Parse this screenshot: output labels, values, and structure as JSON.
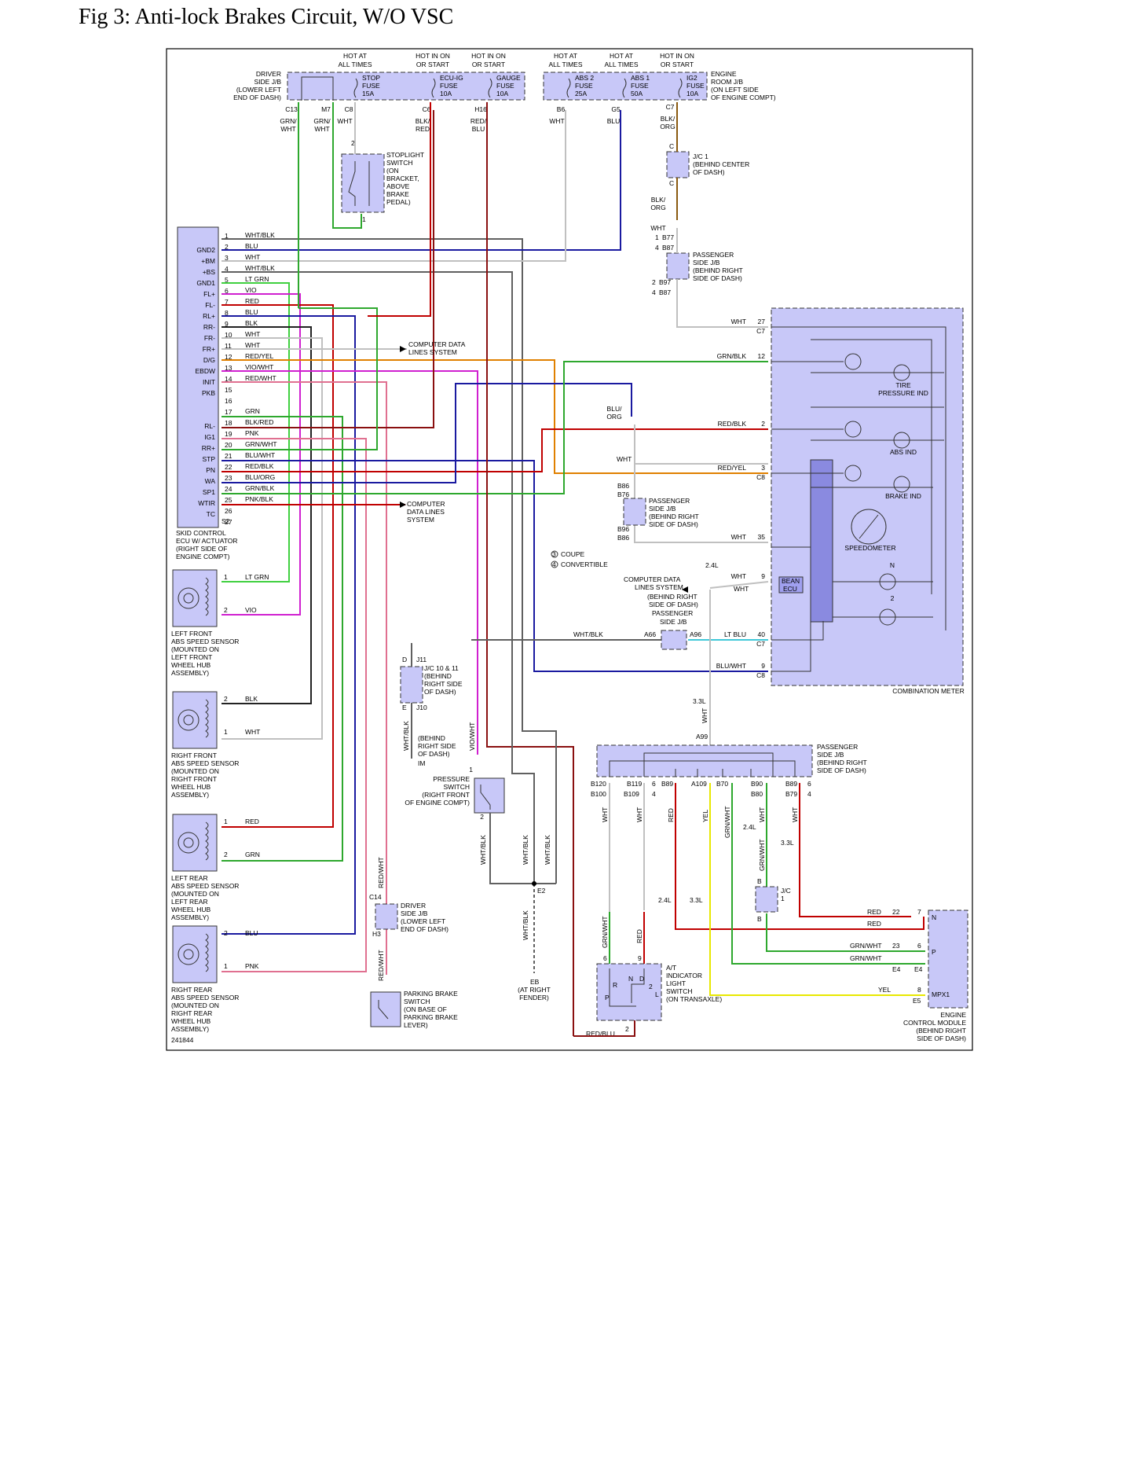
{
  "title": "Fig 3: Anti-lock Brakes Circuit, W/O VSC",
  "colors": {
    "green": "#2ea82e",
    "violet": "#d020d0",
    "red": "#c00000",
    "blue": "#1a1aa0",
    "black": "#222222",
    "white": "#c0c0c0",
    "pink": "#e07090",
    "orange": "#e08000",
    "gray": "#606060",
    "brown": "#8a5a10",
    "yellow": "#e8e800",
    "ltblue": "#40c8d8",
    "ltgreen": "#40d040",
    "box": "#c8c8f8"
  },
  "top_labels": {
    "h1": "HOT AT",
    "h1b": "ALL TIMES",
    "h2": "HOT IN ON",
    "h2b": "OR START",
    "h3": "HOT IN ON",
    "h3b": "OR START",
    "h4": "HOT AT",
    "h4b": "ALL TIMES",
    "h5": "HOT AT",
    "h5b": "ALL TIMES",
    "h6": "HOT IN ON",
    "h6b": "OR START"
  },
  "driver_jb": [
    "DRIVER",
    "SIDE J/B",
    "(LOWER LEFT",
    "END OF DASH)"
  ],
  "engine_jb": [
    "ENGINE",
    "ROOM J/B",
    "(ON LEFT SIDE",
    "OF ENGINE COMPT)"
  ],
  "fuses": [
    {
      "n": "STOP",
      "t": "FUSE",
      "a": "15A"
    },
    {
      "n": "ECU-IG",
      "t": "FUSE",
      "a": "10A"
    },
    {
      "n": "GAUGE",
      "t": "FUSE",
      "a": "10A"
    },
    {
      "n": "ABS 2",
      "t": "FUSE",
      "a": "25A"
    },
    {
      "n": "ABS 1",
      "t": "FUSE",
      "a": "50A"
    },
    {
      "n": "IG2",
      "t": "FUSE",
      "a": "10A"
    }
  ],
  "conn": {
    "c13": "C13",
    "m7": "M7",
    "c8": "C8",
    "c6": "C6",
    "h16": "H16",
    "b6": "B6",
    "g5": "G5",
    "c7": "C7"
  },
  "wires_top": {
    "w1": "GRN/",
    "w1b": "WHT",
    "w2": "GRN/",
    "w2b": "WHT",
    "w3": "WHT",
    "w4": "BLK/",
    "w4b": "RED",
    "w5": "RED/",
    "w5b": "BLU",
    "w6": "WHT",
    "w7": "BLU",
    "w8": "BLK/",
    "w8b": "ORG"
  },
  "stoplight": [
    "STOPLIGHT",
    "SWITCH",
    "(ON",
    "BRACKET,",
    "ABOVE",
    "BRAKE",
    "PEDAL)"
  ],
  "jc1": [
    "J/C 1",
    "(BEHIND CENTER",
    "OF DASH)"
  ],
  "psjb1": [
    "PASSENGER",
    "SIDE J/B",
    "(BEHIND RIGHT",
    "SIDE OF DASH)"
  ],
  "b_labels": {
    "b77": "B77",
    "b87": "B87",
    "b97": "B97",
    "b87b": "B87",
    "n1": "1",
    "n4": "4",
    "n2": "2",
    "n4b": "4",
    "c": "C",
    "c2": "C",
    "wht": "WHT",
    "blkorg1": "BLK/",
    "blkorg2": "ORG"
  },
  "ecu_pins": [
    {
      "n": "1",
      "p": "",
      "w": "WHT/BLK"
    },
    {
      "n": "2",
      "p": "GND2",
      "w": "BLU"
    },
    {
      "n": "3",
      "p": "+BM",
      "w": "WHT"
    },
    {
      "n": "4",
      "p": "+BS",
      "w": "WHT/BLK"
    },
    {
      "n": "5",
      "p": "GND1",
      "w": "LT GRN"
    },
    {
      "n": "6",
      "p": "FL+",
      "w": "VIO"
    },
    {
      "n": "7",
      "p": "FL-",
      "w": "RED"
    },
    {
      "n": "8",
      "p": "RL+",
      "w": "BLU"
    },
    {
      "n": "9",
      "p": "RR-",
      "w": "BLK"
    },
    {
      "n": "10",
      "p": "FR-",
      "w": "WHT"
    },
    {
      "n": "11",
      "p": "FR+",
      "w": "WHT"
    },
    {
      "n": "12",
      "p": "D/G",
      "w": "RED/YEL"
    },
    {
      "n": "13",
      "p": "EBDW",
      "w": "VIO/WHT"
    },
    {
      "n": "14",
      "p": "INIT",
      "w": "RED/WHT"
    },
    {
      "n": "15",
      "p": "PKB",
      "w": ""
    },
    {
      "n": "16",
      "p": "",
      "w": ""
    },
    {
      "n": "17",
      "p": "",
      "w": "GRN"
    },
    {
      "n": "18",
      "p": "RL-",
      "w": "BLK/RED"
    },
    {
      "n": "19",
      "p": "IG1",
      "w": "PNK"
    },
    {
      "n": "20",
      "p": "RR+",
      "w": "GRN/WHT"
    },
    {
      "n": "21",
      "p": "STP",
      "w": "BLU/WHT"
    },
    {
      "n": "22",
      "p": "PN",
      "w": "RED/BLK"
    },
    {
      "n": "23",
      "p": "WA",
      "w": "BLU/ORG"
    },
    {
      "n": "24",
      "p": "SP1",
      "w": "GRN/BLK"
    },
    {
      "n": "25",
      "p": "WTIR",
      "w": "PNK/BLK"
    },
    {
      "n": "26",
      "p": "TC",
      "w": ""
    },
    {
      "n": "27",
      "p": "",
      "w": ""
    }
  ],
  "ecu_s2": "S2",
  "ecu_name": [
    "SKID CONTROL",
    "ECU W/ ACTUATOR",
    "(RIGHT SIDE OF",
    "ENGINE COMPT)"
  ],
  "cdl1": [
    "COMPUTER DATA",
    "LINES SYSTEM"
  ],
  "cdl2": [
    "COMPUTER",
    "DATA LINES",
    "SYSTEM"
  ],
  "sensors": [
    {
      "p1": "1",
      "w1": "LT GRN",
      "p2": "2",
      "w2": "VIO",
      "name": [
        "LEFT FRONT",
        "ABS SPEED SENSOR",
        "(MOUNTED ON",
        "LEFT FRONT",
        "WHEEL HUB",
        "ASSEMBLY)"
      ]
    },
    {
      "p1": "2",
      "w1": "BLK",
      "p2": "1",
      "w2": "WHT",
      "name": [
        "RIGHT FRONT",
        "ABS SPEED SENSOR",
        "(MOUNTED ON",
        "RIGHT FRONT",
        "WHEEL HUB",
        "ASSEMBLY)"
      ]
    },
    {
      "p1": "1",
      "w1": "RED",
      "p2": "2",
      "w2": "GRN",
      "name": [
        "LEFT REAR",
        "ABS SPEED SENSOR",
        "(MOUNTED ON",
        "LEFT REAR",
        "WHEEL HUB",
        "ASSEMBLY)"
      ]
    },
    {
      "p1": "2",
      "w1": "BLU",
      "p2": "1",
      "w2": "PNK",
      "name": [
        "RIGHT REAR",
        "ABS SPEED SENSOR",
        "(MOUNTED ON",
        "RIGHT REAR",
        "WHEEL HUB",
        "ASSEMBLY)"
      ]
    }
  ],
  "ref_no": "241844",
  "meter": {
    "pins": [
      {
        "w": "WHT",
        "n": "27",
        "c": "C7"
      },
      {
        "w": "GRN/BLK",
        "n": "12",
        "c": ""
      },
      {
        "w": "RED/BLK",
        "n": "2",
        "c": ""
      },
      {
        "w": "RED/YEL",
        "n": "3",
        "c": "C8"
      },
      {
        "w": "WHT",
        "n": "35",
        "c": ""
      },
      {
        "w": "WHT",
        "n": "9",
        "c": ""
      },
      {
        "w": "LT BLU",
        "n": "40",
        "c": "C7"
      },
      {
        "w": "BLU/WHT",
        "n": "9",
        "c": "C8"
      }
    ],
    "tire": [
      "TIRE",
      "PRESSURE IND"
    ],
    "abs": "ABS IND",
    "brake": "BRAKE IND",
    "speed": "SPEEDOMETER",
    "bean": [
      "BEAN",
      "ECU"
    ],
    "n": "N",
    "two": "2",
    "name": "COMBINATION METER"
  },
  "mid": {
    "bluorg": [
      "BLU/",
      "ORG"
    ],
    "wht": "WHT",
    "b86": "B86",
    "b76": "B76",
    "b96": "B96",
    "b86b": "B86",
    "psjb2": [
      "PASSENGER",
      "SIDE J/B",
      "(BEHIND RIGHT",
      "SIDE OF DASH)"
    ],
    "coupe": "COUPE",
    "conv": "CONVERTIBLE",
    "c3": "3",
    "c4": "4",
    "v24": "2.4L",
    "cdl": [
      "COMPUTER DATA",
      "LINES SYSTEM",
      "(BEHIND RIGHT",
      "SIDE OF DASH)",
      "PASSENGER",
      "SIDE J/B"
    ],
    "wht2": "WHT",
    "whtblk": "WHT/BLK",
    "a66": "A66",
    "a96": "A96",
    "n1": "1",
    "n4": "4",
    "n6": "6"
  },
  "jc10": {
    "d": "D",
    "j11": "J11",
    "name": [
      "J/C 10 & 11",
      "(BEHIND",
      "RIGHT SIDE",
      "OF DASH)"
    ],
    "e": "E",
    "j10": "J10",
    "whtblk": "WHT/BLK",
    "viowht": "VIO/WHT",
    "behind": [
      "(BEHIND",
      "RIGHT SIDE",
      "OF DASH)"
    ],
    "im": "IM"
  },
  "pressure": {
    "name": [
      "PRESSURE",
      "SWITCH",
      "(RIGHT FRONT",
      "OF ENGINE COMPT)"
    ],
    "p1": "1",
    "p2": "2"
  },
  "ground": {
    "w1": "WHT/BLK",
    "w2": "WHT/BLK",
    "w3": "WHT/BLK",
    "e2": "E2",
    "w4": "WHT/BLK",
    "eb": "EB",
    "loc": [
      "(AT RIGHT",
      "FENDER)"
    ]
  },
  "driver2": {
    "c14": "C14",
    "h3": "H3",
    "name": [
      "DRIVER",
      "SIDE J/B",
      "(LOWER LEFT",
      "END OF DASH)"
    ],
    "rw1": "RED/WHT",
    "rw2": "RED/WHT"
  },
  "parking": [
    "PARKING BRAKE",
    "SWITCH",
    "(ON BASE OF",
    "PARKING BRAKE",
    "LEVER)"
  ],
  "lower": {
    "v33a": "3.3L",
    "wht": "WHT",
    "a99": "A99",
    "psjb3": [
      "PASSENGER",
      "SIDE J/B",
      "(BEHIND RIGHT",
      "SIDE OF DASH)"
    ],
    "conns": [
      "B120",
      "B119",
      "B89",
      "A109",
      "B70",
      "B90",
      "B89"
    ],
    "conns2": [
      "B100",
      "B109",
      "B80",
      "B79"
    ],
    "n4": "4",
    "n6": "6",
    "n4b": "4",
    "n6b": "6",
    "vw": [
      "WHT",
      "WHT",
      "RED",
      "YEL",
      "GRN/WHT",
      "WHT",
      "WHT"
    ],
    "v24": "2.4L",
    "v33": "3.3L",
    "grnwht": "GRN/WHT",
    "b": "B",
    "jc": "J/C",
    "one": "1",
    "b2": "B",
    "v24b": "2.4L",
    "v33b": "3.3L",
    "gw2": "GRN/WHT",
    "red": "RED",
    "p6": "6",
    "p9": "9",
    "at": [
      "A/T",
      "INDICATOR",
      "LIGHT",
      "SWITCH",
      "(ON TRANSAXLE)"
    ],
    "r": "R",
    "n": "N",
    "d": "D",
    "p": "P",
    "l": "L",
    "two": "2",
    "redblu": "RED/BLU",
    "two2": "2"
  },
  "ecm": {
    "red1": "RED",
    "p22": "22",
    "p7": "7",
    "red2": "RED",
    "gw1": "GRN/WHT",
    "p23": "23",
    "p6": "6",
    "gw2": "GRN/WHT",
    "e4a": "E4",
    "e4b": "E4",
    "yel": "YEL",
    "p8": "8",
    "e5": "E5",
    "n": "N",
    "pp": "P",
    "mpx": "MPX1",
    "name": [
      "ENGINE",
      "CONTROL MODULE",
      "(BEHIND RIGHT",
      "SIDE OF DASH)"
    ]
  }
}
